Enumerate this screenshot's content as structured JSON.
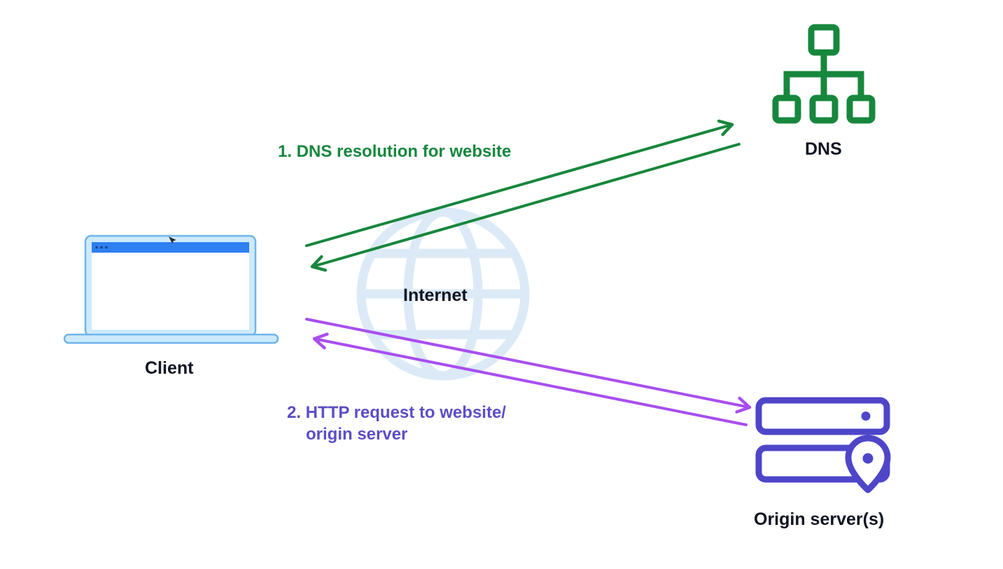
{
  "diagram": {
    "title": "Client to DNS and origin server request flow",
    "labels": {
      "client": "Client",
      "dns": "DNS",
      "internet": "Internet",
      "origin": "Origin server(s)",
      "step1": "1. DNS resolution for website",
      "step2_line1": "2. HTTP request to website/",
      "step2_line2": "origin server"
    },
    "icons": [
      "laptop-icon",
      "dns-tree-icon",
      "internet-globe-icon",
      "origin-server-icon",
      "location-pin-icon"
    ],
    "colors": {
      "dns_green": "#17873d",
      "http_arrow_purple": "#a84ef0",
      "http_text_purple": "#5b4ec6",
      "server_indigo": "#4e46c8",
      "laptop_light_blue": "#cdeafc",
      "laptop_titlebar_blue": "#2e7ff0",
      "globe_light_blue": "#dbeaf6",
      "node_label_dark": "#101321",
      "background": "#ffffff"
    },
    "flows": [
      {
        "from": "Client",
        "to": "DNS",
        "bidirectional": true,
        "color": "#17873d",
        "label": "1. DNS resolution for website"
      },
      {
        "from": "Client",
        "to": "Origin server(s)",
        "bidirectional": true,
        "color": "#a84ef0",
        "label": "2. HTTP request to website/ origin server"
      }
    ]
  }
}
